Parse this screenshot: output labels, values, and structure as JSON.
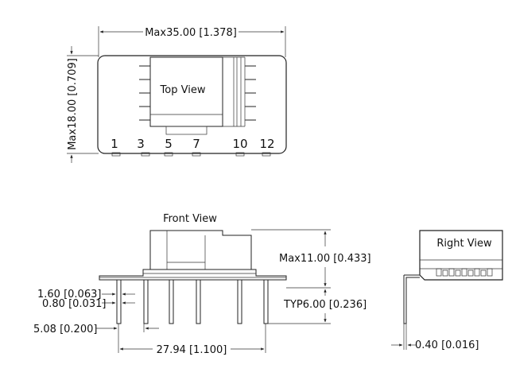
{
  "top_view": {
    "title": "Top View",
    "width_label": "Max35.00 [1.378]",
    "height_label": "Max18.00 [0.709]",
    "pins": [
      "1",
      "3",
      "5",
      "7",
      "10",
      "12"
    ]
  },
  "front_view": {
    "title": "Front View",
    "height_label": "Max11.00 [0.433]",
    "pin_length_label": "TYP6.00 [0.236]",
    "pin_width_label": "1.60 [0.063]",
    "pin_thickness_label": "0.80 [0.031]",
    "row_offset_label": "5.08 [0.200]",
    "pitch_span_label": "27.94 [1.100]"
  },
  "right_view": {
    "title": "Right  View",
    "lead_label": "0.40 [0.016]"
  },
  "colors": {
    "line": "#222222",
    "text": "#111111",
    "background": "#ffffff"
  }
}
